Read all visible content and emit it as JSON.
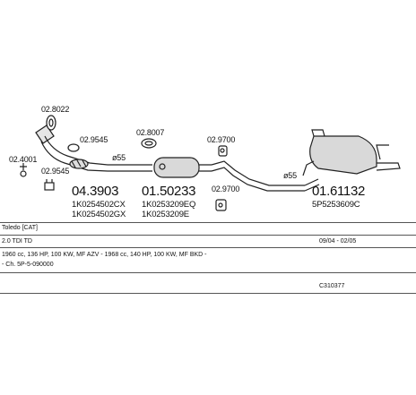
{
  "diagram": {
    "refs": {
      "r_028022": "02.8022",
      "r_029545a": "02.9545",
      "r_024001": "02.4001",
      "r_029545b": "02.9545",
      "r_028007": "02.8007",
      "r_029700a": "02.9700",
      "r_029700b": "02.9700",
      "d55a": "ø55",
      "d55b": "ø55"
    },
    "parts": [
      {
        "number": "04.3903",
        "oem1": "1K0254502CX",
        "oem2": "1K0254502GX"
      },
      {
        "number": "01.50233",
        "oem1": "1K0253209EQ",
        "oem2": "1K0253209E"
      },
      {
        "number": "01.61132",
        "oem1": "5P5253609C",
        "oem2": ""
      }
    ]
  },
  "info": {
    "model": "Toledo  [CAT]",
    "engine": "2.0 TDI  TD",
    "date_range": "09/04 - 02/05",
    "spec": "1960 cc, 136 HP, 100 KW, MF AZV  - 1968 cc, 140 HP, 100 KW, MF BKD -",
    "chassis": "- Ch. 5P-5-090000",
    "code": "C310377"
  }
}
